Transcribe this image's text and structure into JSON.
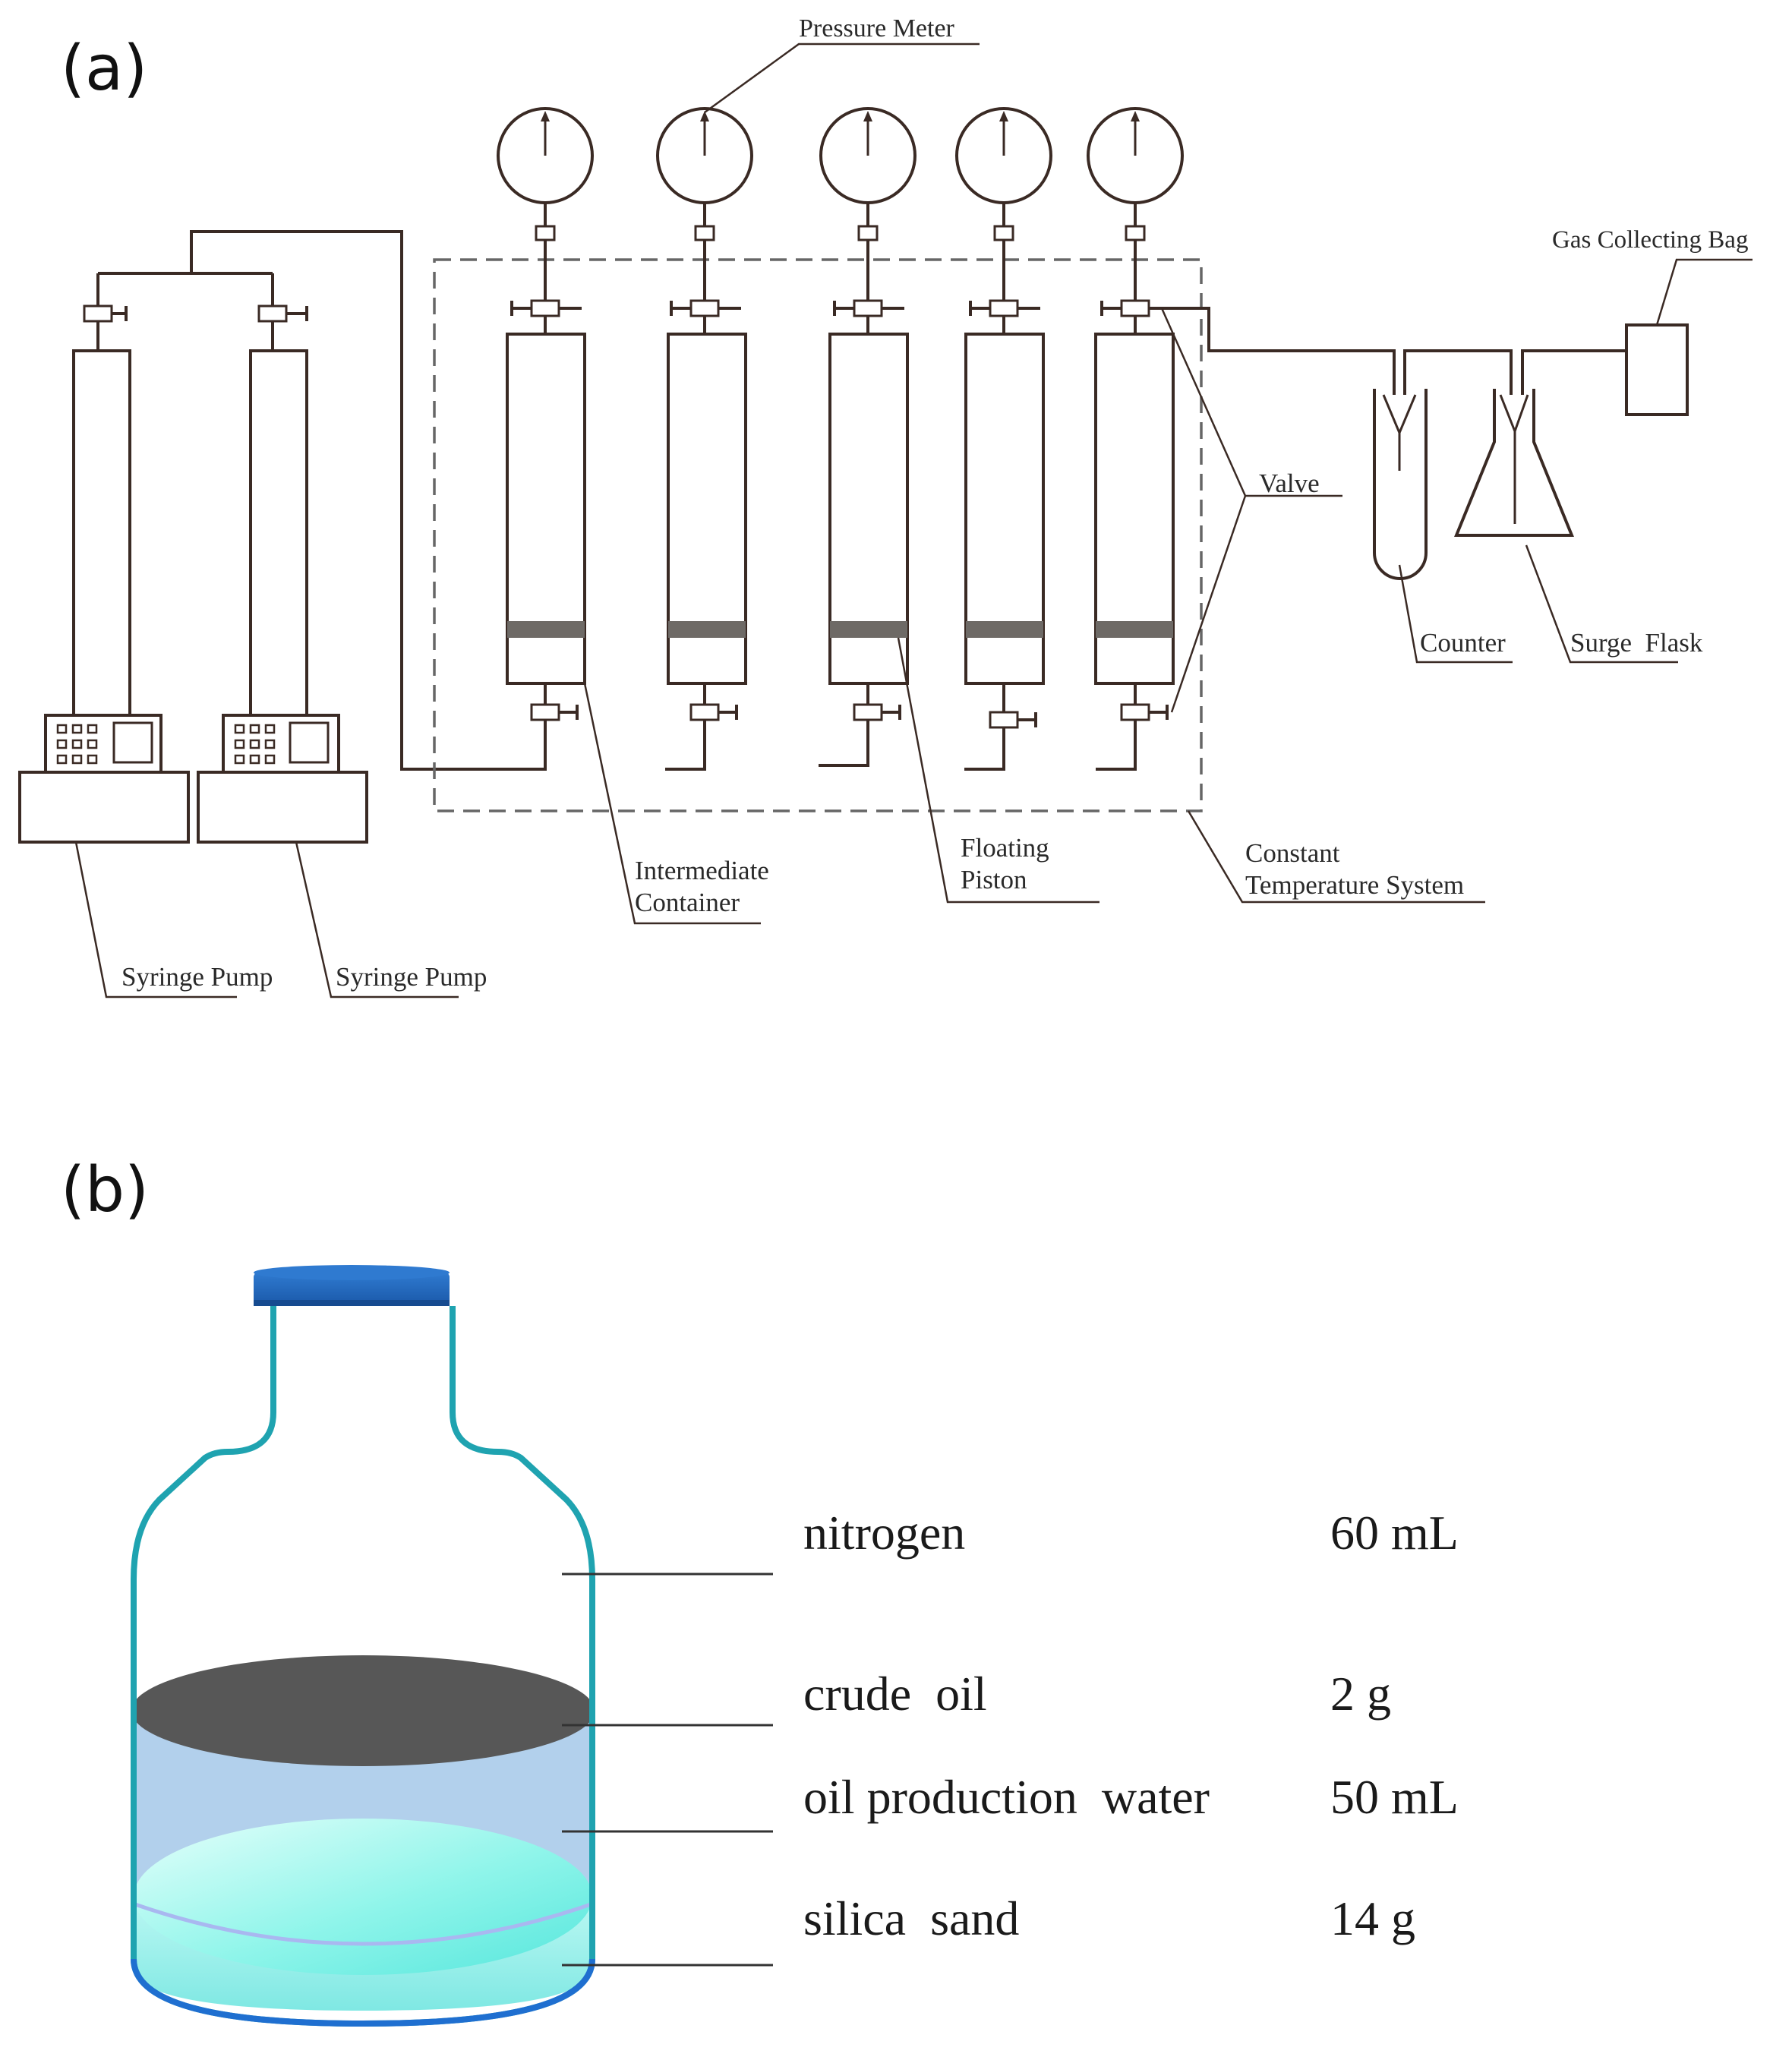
{
  "panel_a": {
    "letter": "(a)",
    "labels": {
      "pressure_meter": "Pressure Meter",
      "gas_collecting_bag": "Gas Collecting Bag",
      "valve": "Valve",
      "counter": "Counter",
      "surge_flask": "Surge  Flask",
      "intermediate_line1": "Intermediate",
      "intermediate_line2": "Container",
      "floating_line1": "Floating",
      "floating_line2": "Piston",
      "constant_line1": "Constant",
      "constant_line2": "Temperature System",
      "syringe_pump_1": "Syringe Pump",
      "syringe_pump_2": "Syringe Pump"
    }
  },
  "panel_b": {
    "letter": "(b)",
    "rows": [
      {
        "name": "nitrogen",
        "amount": "60 mL"
      },
      {
        "name": "crude  oil",
        "amount": "2 g"
      },
      {
        "name": "oil production  water",
        "amount": "50 mL"
      },
      {
        "name": "silica  sand",
        "amount": "14 g"
      }
    ],
    "colors": {
      "bottle_outline": "#1fa3b0",
      "cap": "#1f63b8",
      "crude_oil": "#575757",
      "water": "#aacbea",
      "sand": "#6ff0e6"
    }
  }
}
